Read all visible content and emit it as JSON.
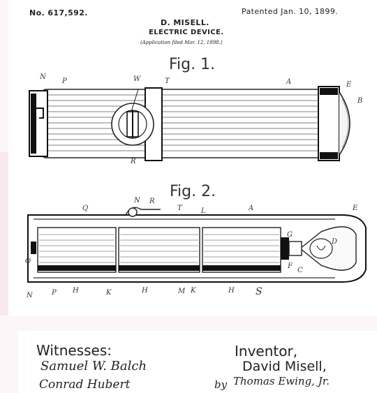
{
  "header": {
    "patent_number": "No. 617,592.",
    "patent_date": "Patented Jan. 10, 1899.",
    "inventor_name": "D. MISELL.",
    "title": "ELECTRIC DEVICE.",
    "application": "(Application filed Mar. 12, 1898.)"
  },
  "figure1": {
    "title": "Fig. 1.",
    "labels": {
      "N": "N",
      "P": "P",
      "W": "W",
      "T": "T",
      "A": "A",
      "E": "E",
      "B": "B",
      "R": "R"
    }
  },
  "figure2": {
    "title": "Fig. 2.",
    "labels": {
      "Q": "Q",
      "N": "N",
      "R": "R",
      "T": "T",
      "L": "L",
      "A": "A",
      "E": "E",
      "O": "O",
      "G": "G",
      "D": "D",
      "F": "F",
      "C": "C",
      "N2": "N",
      "P": "P",
      "H1": "H",
      "K1": "K",
      "H2": "H",
      "M": "M",
      "K2": "K",
      "H3": "H",
      "S": "S"
    }
  },
  "footer": {
    "witnesses_label": "Witnesses:",
    "witness1": "Samuel W. Balch",
    "witness2": "Conrad Hubert",
    "inventor_label": "Inventor,",
    "inventor_name": "David Misell,",
    "attorney_prefix": "by",
    "attorney_name": "Thomas Ewing, Jr."
  }
}
